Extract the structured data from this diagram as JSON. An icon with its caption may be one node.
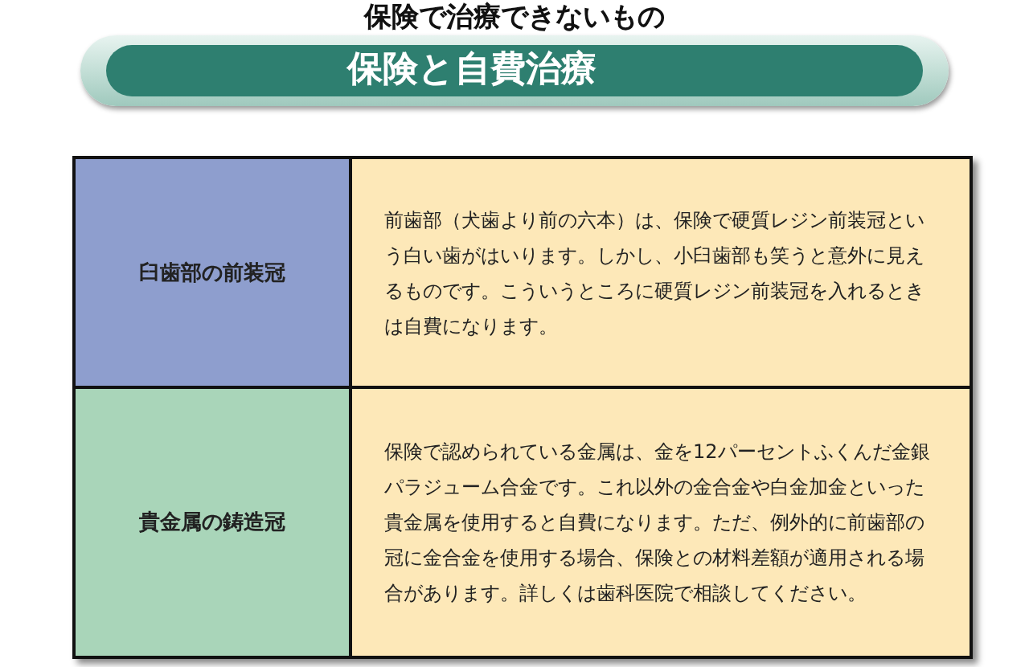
{
  "diagram": {
    "title": "保険で治療できないもの",
    "nodes": [
      {
        "text": [
          "保険と自費治療"
        ]
      }
    ],
    "labels": [
      "臼歯部の前装冠",
      "前歯部（犬歯より前の六本）は、保険で硬質レジン前装冠という白い歯がはいります。しかし、小臼歯部も笑うと意外に見えるものです。こういうところに硬質レジン前装冠を入れるときは自費になります。",
      "貴金属の鋳造冠",
      "保険で認められている金属は、金を12パーセントふくんだ金銀パラジューム合金です。これ以外の金合金や白金加金といった貴金属を使用すると自費になります。ただ、例外的に前歯部の冠に金合金を使用する場合、保険との材料差額が適用される場合があります。詳しくは歯科医院で相談してください。"
    ]
  }
}
